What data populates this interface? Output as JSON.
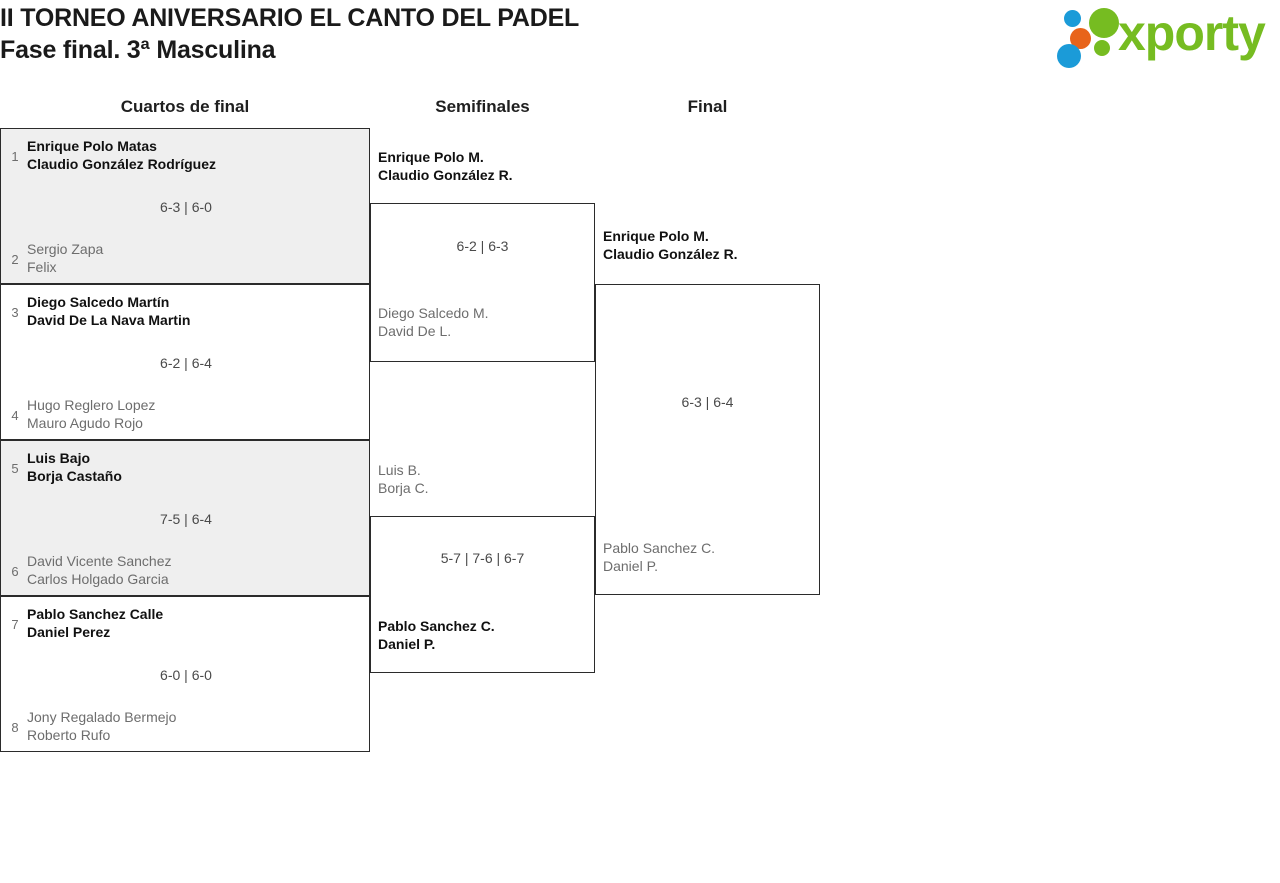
{
  "header": {
    "title_line1": "II TORNEO ANIVERSARIO EL CANTO DEL PADEL",
    "title_line2": "Fase final. 3ª Masculina",
    "logo_text": "xporty",
    "logo_colors": {
      "green": "#76bc21",
      "blue": "#1b9bd8",
      "orange": "#e8641a"
    }
  },
  "rounds": [
    {
      "label": "Cuartos de final"
    },
    {
      "label": "Semifinales"
    },
    {
      "label": "Final"
    }
  ],
  "quarterfinals": [
    {
      "score": "6-3 | 6-0",
      "top": {
        "seed": "1",
        "line1": "Enrique Polo Matas",
        "line2": "Claudio González Rodríguez",
        "winner": true
      },
      "bottom": {
        "seed": "2",
        "line1": "Sergio Zapa",
        "line2": "Felix",
        "winner": false
      }
    },
    {
      "score": "6-2 | 6-4",
      "top": {
        "seed": "3",
        "line1": "Diego Salcedo Martín",
        "line2": "David De La Nava Martin",
        "winner": true
      },
      "bottom": {
        "seed": "4",
        "line1": "Hugo Reglero Lopez",
        "line2": "Mauro Agudo Rojo",
        "winner": false
      }
    },
    {
      "score": "7-5 | 6-4",
      "top": {
        "seed": "5",
        "line1": "Luis Bajo",
        "line2": "Borja Castaño",
        "winner": true
      },
      "bottom": {
        "seed": "6",
        "line1": "David Vicente Sanchez",
        "line2": "Carlos Holgado Garcia",
        "winner": false
      }
    },
    {
      "score": "6-0 | 6-0",
      "top": {
        "seed": "7",
        "line1": "Pablo Sanchez Calle",
        "line2": "Daniel Perez",
        "winner": true
      },
      "bottom": {
        "seed": "8",
        "line1": "Jony Regalado Bermejo",
        "line2": "Roberto Rufo",
        "winner": false
      }
    }
  ],
  "semifinals": [
    {
      "score": "6-2 | 6-3",
      "top": {
        "line1": "Enrique Polo M.",
        "line2": "Claudio González R.",
        "winner": true
      },
      "bottom": {
        "line1": "Diego Salcedo M.",
        "line2": "David De L.",
        "winner": false
      }
    },
    {
      "score": "5-7 | 7-6 | 6-7",
      "top": {
        "line1": "Luis B.",
        "line2": "Borja C.",
        "winner": false
      },
      "bottom": {
        "line1": "Pablo Sanchez C.",
        "line2": "Daniel P.",
        "winner": true
      }
    }
  ],
  "final": {
    "score": "6-3 | 6-4",
    "top": {
      "line1": "Enrique Polo M.",
      "line2": "Claudio González R.",
      "winner": true
    },
    "bottom": {
      "line1": "Pablo Sanchez C.",
      "line2": "Daniel P.",
      "winner": false
    }
  }
}
